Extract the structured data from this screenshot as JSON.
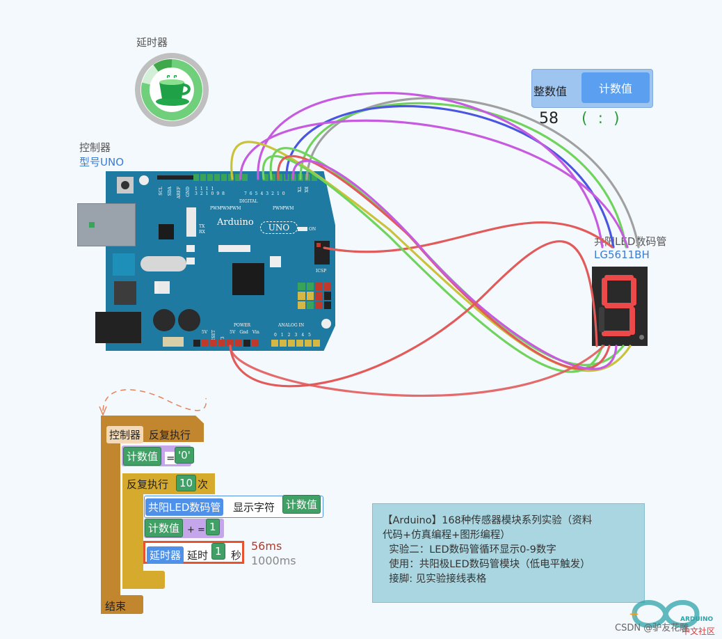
{
  "timer": {
    "title": "延时器"
  },
  "controller": {
    "title": "控制器",
    "model": "型号UNO"
  },
  "board": {
    "brand": "Arduino",
    "model": "UNO",
    "on": "ON",
    "digital": "DIGITAL",
    "tx": "TX",
    "rx": "RX",
    "icsp": "ICSP",
    "power": "POWER",
    "analog_in": "ANALOG IN",
    "power_pins": [
      "5V",
      "RESET",
      "3V3",
      "5V",
      "Gnd",
      "Vin"
    ],
    "analog_pins": [
      "0",
      "1",
      "2",
      "3",
      "4",
      "5"
    ],
    "digital_high": [
      "1",
      "1",
      "1",
      "1"
    ],
    "digital_low": [
      "3",
      "2",
      "1",
      "0",
      "9",
      "8",
      "7",
      "6",
      "5",
      "4",
      "3",
      "2",
      "1",
      "0"
    ],
    "side_left": [
      "SCL",
      "SDA",
      "AREF",
      "GND"
    ],
    "tx_rx": [
      "TX",
      "RX"
    ],
    "pwm": "PWM"
  },
  "variables": {
    "label": "整数值",
    "button": "计数值",
    "value": "58",
    "extra": "( : )"
  },
  "display": {
    "title": "共阳LED数码管",
    "model": "LG5611BH",
    "digit": "9"
  },
  "program": {
    "controller_tag": "控制器",
    "loop_label": "反复执行",
    "assign_var": "计数值",
    "assign_op": "=",
    "assign_val": "'0'",
    "repeat_label": "反复执行",
    "repeat_count": "10",
    "repeat_unit": "次",
    "display_tag": "共阳LED数码管",
    "display_cmd": "显示字符",
    "display_var": "计数值",
    "inc_var": "计数值",
    "inc_op": "+ =",
    "inc_val": "1",
    "delay_tag": "延时器",
    "delay_cmd": "延时",
    "delay_val": "1",
    "delay_unit": "秒",
    "delay_elapsed": "56ms",
    "delay_total": "1000ms",
    "end_label": "结束"
  },
  "info": {
    "lines": [
      "【Arduino】168种传感器模块系列实验（资料",
      "代码+仿真编程+图形编程）",
      "  实验二：LED数码管循环显示0-9数字",
      "  使用：共阳极LED数码管模块（低电平触发）",
      "  接脚: 见实验接线表格"
    ]
  },
  "watermark": {
    "text": "CSDN @驴友花雕",
    "logo_text": "ARDUINO",
    "sub": "中文社区"
  },
  "colors": {
    "board": "#1e7aa0",
    "segment_on": "#ec4a4a",
    "wire_red": "#e25b5b",
    "wire_green": "#6fd35c",
    "wire_purple": "#c65be0",
    "wire_blue": "#4a56e0",
    "wire_gray": "#a0a0a0",
    "wire_yellow": "#c9c23a"
  }
}
